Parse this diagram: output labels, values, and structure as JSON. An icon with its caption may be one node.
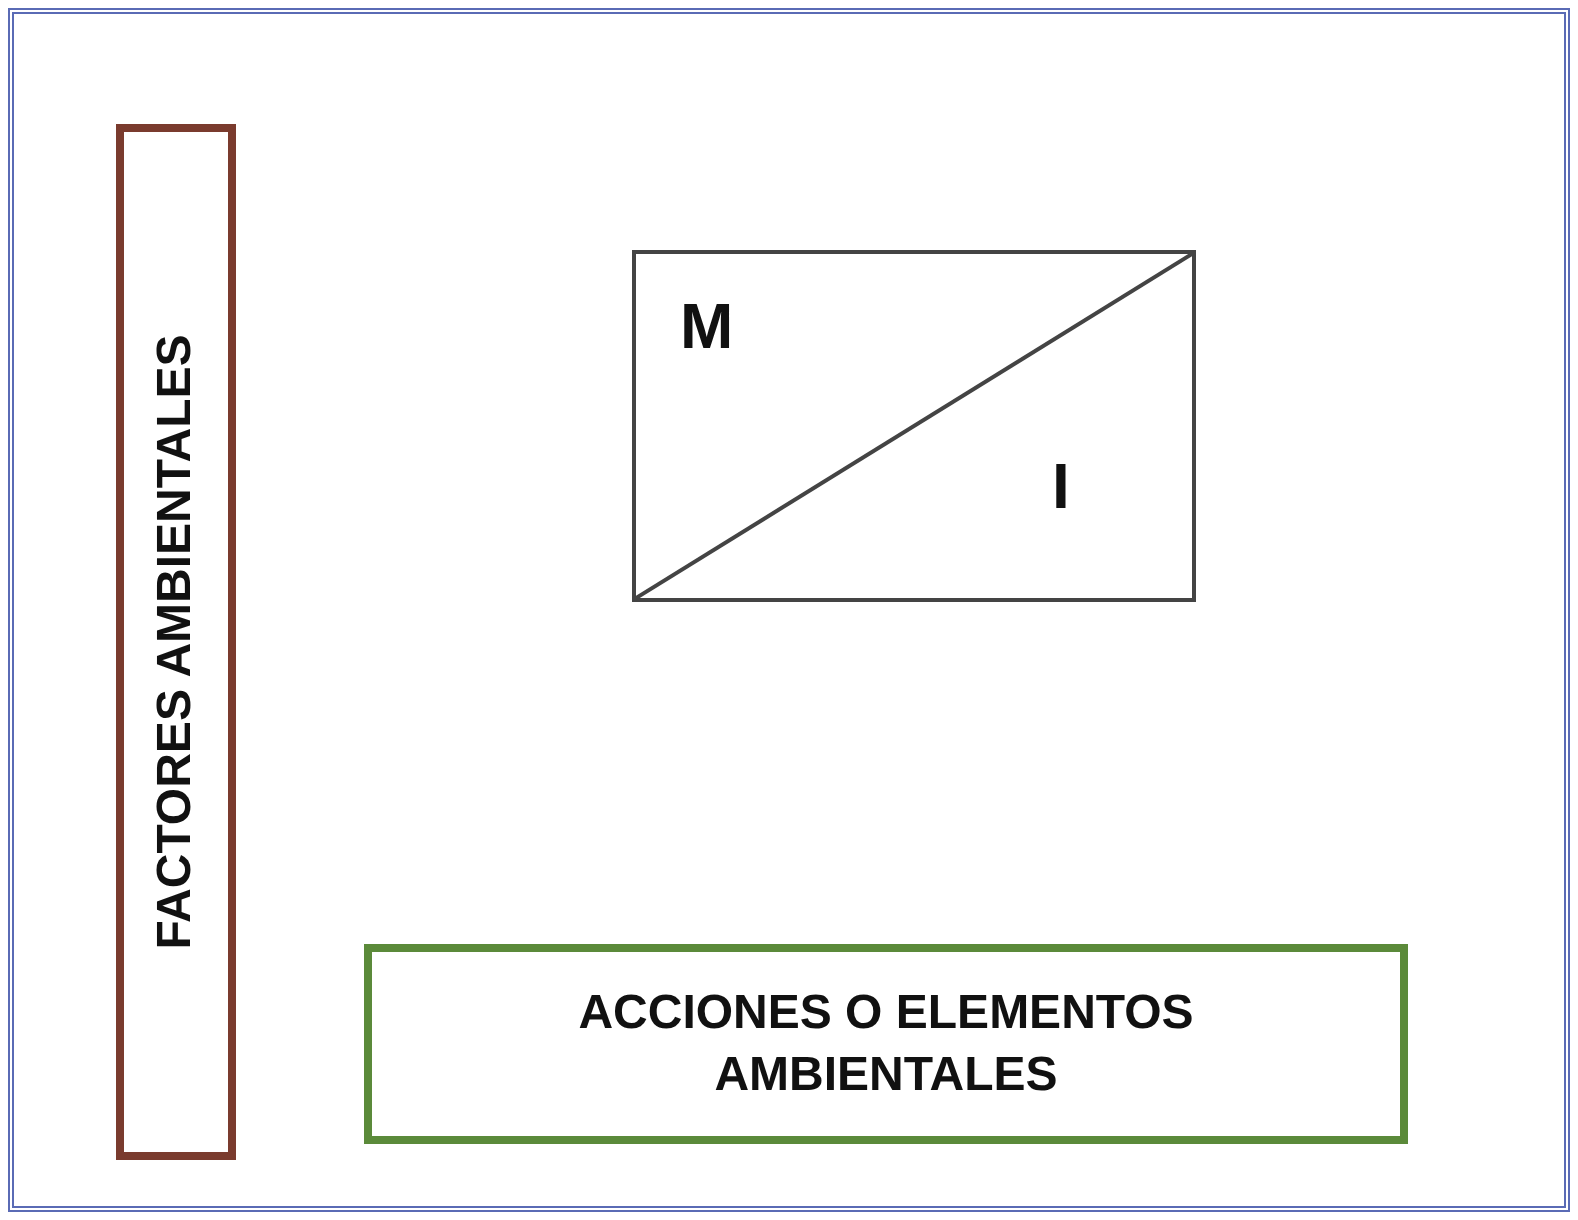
{
  "diagram": {
    "nodes": [
      {
        "text": [
          "FACTORES AMBIENTALES"
        ]
      },
      {
        "text": [
          "M",
          "I"
        ]
      },
      {
        "text": [
          "ACCIONES O ELEMENTOS AMBIENTALES"
        ]
      }
    ]
  }
}
